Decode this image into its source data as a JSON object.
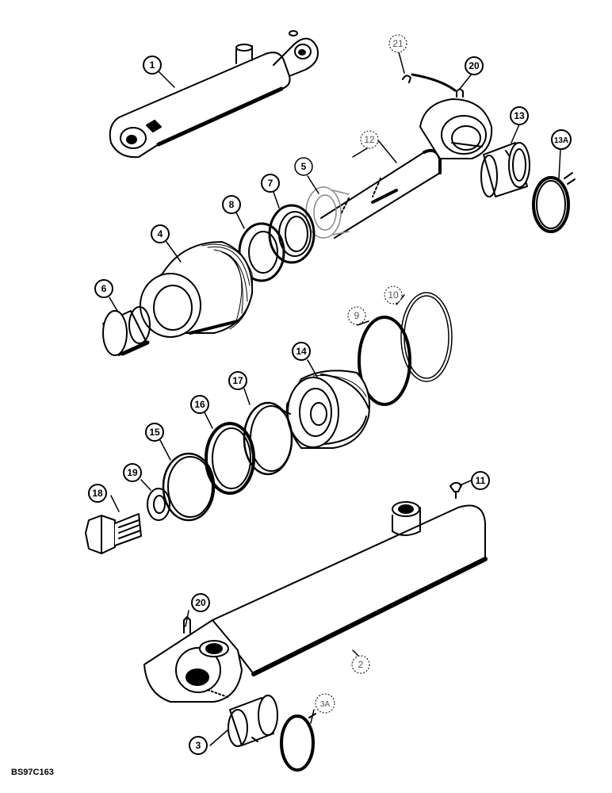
{
  "figure_code": "BS97C163",
  "callouts": {
    "c1": "1",
    "c21": "21",
    "c20_top": "20",
    "c13": "13",
    "c13a": "13A",
    "c12": "12",
    "c5": "5",
    "c7": "7",
    "c8": "8",
    "c4": "4",
    "c6": "6",
    "c10": "10",
    "c9": "9",
    "c14": "14",
    "c17": "17",
    "c16": "16",
    "c15": "15",
    "c19": "19",
    "c18": "18",
    "c11": "11",
    "c20_bottom": "20",
    "c2": "2",
    "c3a": "3A",
    "c3": "3"
  },
  "colors": {
    "line": "#000000",
    "fill": "#ffffff",
    "shade": "#000000"
  }
}
